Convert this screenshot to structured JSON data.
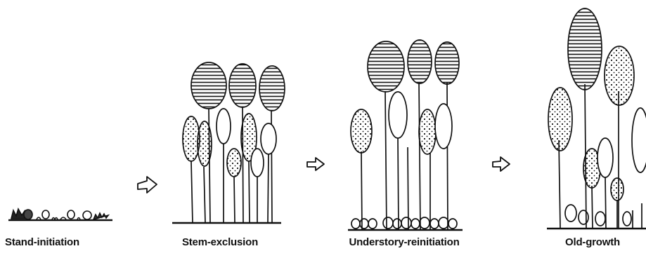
{
  "stages": [
    {
      "id": "stand-initiation",
      "label": "Stand-initiation"
    },
    {
      "id": "stem-exclusion",
      "label": "Stem-exclusion"
    },
    {
      "id": "understory-reinitiation",
      "label": "Understory-reinitiation"
    },
    {
      "id": "old-growth",
      "label": "Old-growth"
    }
  ],
  "arrows": [
    {
      "from": "stand-initiation",
      "to": "stem-exclusion",
      "icon": "hollow-arrow-right-icon"
    },
    {
      "from": "stem-exclusion",
      "to": "understory-reinitiation",
      "icon": "hollow-arrow-right-icon"
    },
    {
      "from": "understory-reinitiation",
      "to": "old-growth",
      "icon": "hollow-arrow-right-icon"
    }
  ],
  "colors": {
    "ink": "#111111",
    "background": "#ffffff"
  }
}
